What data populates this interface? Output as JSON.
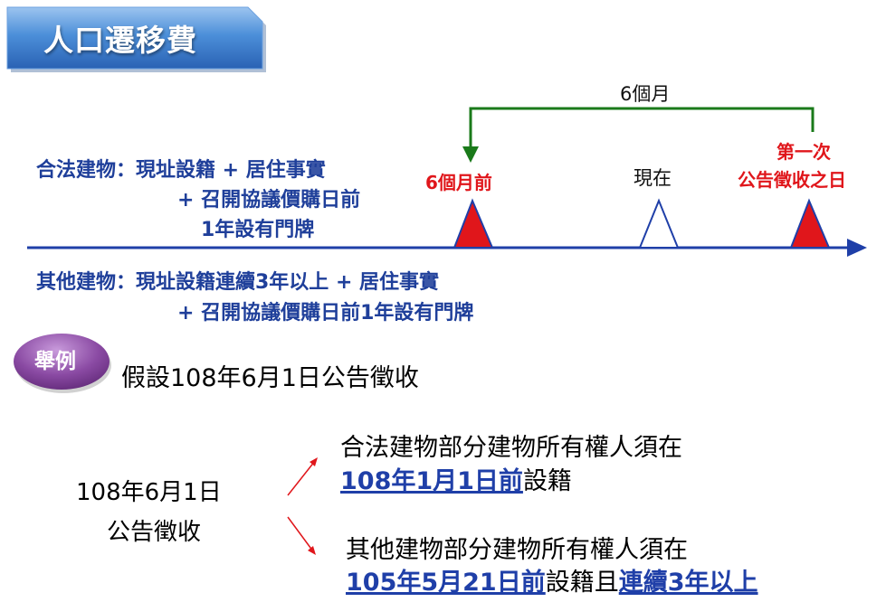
{
  "title": "人口遷移費",
  "legal": {
    "line1": "合法建物：現址設籍 + 居住事實",
    "line2": "+ 召開協議價購日前",
    "line3": "1年設有門牌"
  },
  "other": {
    "line1": "其他建物：現址設籍連續3年以上 + 居住事實",
    "line2": "+ 召開協議價購日前1年設有門牌"
  },
  "timeline": {
    "span_label": "6個月",
    "before_label": "6個月前",
    "now_label": "現在",
    "announce_line1": "第一次",
    "announce_line2": "公告徵收之日"
  },
  "example": {
    "badge": "舉例",
    "assumption": "假設108年6月1日公告徵收",
    "date_line1": "108年6月1日",
    "date_line2": "公告徵收",
    "legal_line1": "合法建物部分建物所有權人須在",
    "legal_date": "108年1月1日前",
    "legal_suffix": "設籍",
    "other_line1": "其他建物部分建物所有權人須在",
    "other_date": "105年5月21日前",
    "other_mid": "設籍且",
    "other_cont": "連續3年以上"
  },
  "colors": {
    "title_blue": "#3c7fcf",
    "text_blue": "#1f3f9a",
    "red": "#e0161b",
    "green": "#1a7a1a",
    "badge_purple": "#7a3d8f"
  }
}
